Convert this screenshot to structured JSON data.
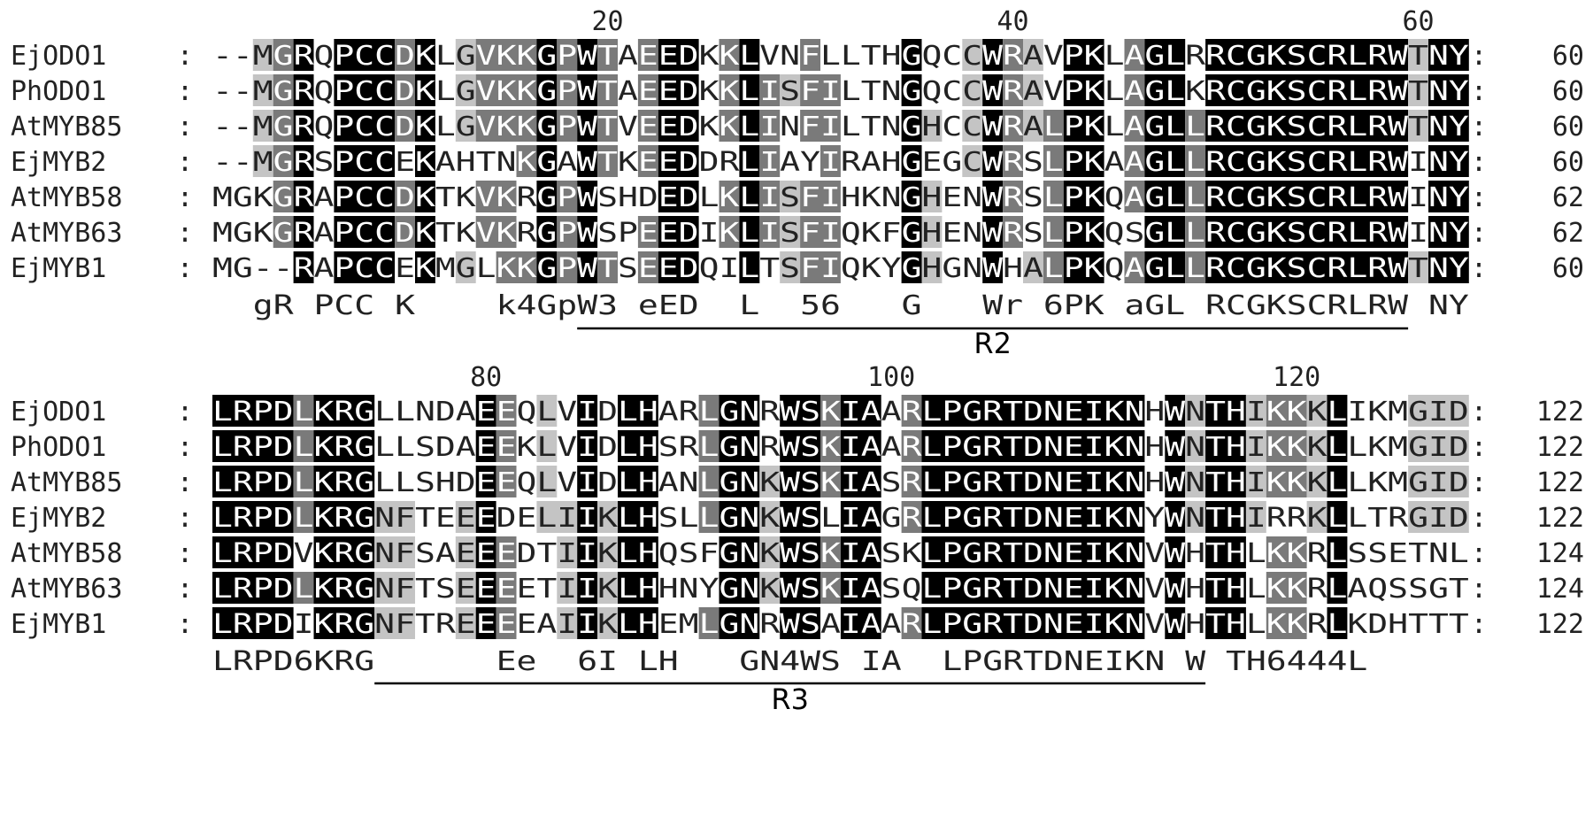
{
  "blocks": [
    {
      "ruler": [
        {
          "pos": 20,
          "label": "20"
        },
        {
          "pos": 40,
          "label": "40"
        },
        {
          "pos": 60,
          "label": "60"
        }
      ],
      "rows": [
        {
          "name": "EjODO1",
          "seq": "--MGRQPCCDKLGVKKGPWTAEEDKKLVNFLLTHGQCCWRAVPKLAGLRRCGKSCRLRWTNY",
          "end": "60"
        },
        {
          "name": "PhODO1",
          "seq": "--MGRQPCCDKLGVKKGPWTAEEDKKLISFILTNGQCCWRAVPKLAGLKRCGKSCRLRWTNY",
          "end": "60"
        },
        {
          "name": "AtMYB85",
          "seq": "--MGRQPCCDKLGVKKGPWTVEEDKKLINFILTNGHCCWRALPKLAGLLRCGKSCRLRWTNY",
          "end": "60"
        },
        {
          "name": "EjMYB2",
          "seq": "--MGRSPCCEKAHTNKGAWTKEEDDRLIAYIRAHGEGCWRSLPKAAGLLRCGKSCRLRWINY",
          "end": "60"
        },
        {
          "name": "AtMYB58",
          "seq": "MGKGRAPCCDKTKVKRGPWSHDEDLKLISFIHKNGHENWRSLPKQAGLLRCGKSCRLRWINY",
          "end": "62"
        },
        {
          "name": "AtMYB63",
          "seq": "MGKGRAPCCDKTKVKRGPWSPEEDIKLISFIQKFGHENWRSLPKQSGLLRCGKSCRLRWINY",
          "end": "62"
        },
        {
          "name": "EjMYB1",
          "seq": "MG--RAPCCEKMGLKKGPWTSEEDQILTSFIQKYGHGNWHALPKQAGLLRCGKSCRLRWTNY",
          "end": "60"
        }
      ],
      "consensus": "  gR PCC K    k4GpW3 eED  L  56   G   Wr 6PK aGL RCGKSCRLRW NY",
      "domain": {
        "label": "R2",
        "start": 18,
        "end": 58
      }
    },
    {
      "ruler": [
        {
          "pos": 14,
          "label": "80"
        },
        {
          "pos": 34,
          "label": "100"
        },
        {
          "pos": 54,
          "label": "120"
        }
      ],
      "rows": [
        {
          "name": "EjODO1",
          "seq": "LRPDLKRGLLNDAEEQLVIDLHARLGNRWSKIAARLPGRTDNEIKNHWNTHIKKKLIKMGID",
          "end": "122"
        },
        {
          "name": "PhODO1",
          "seq": "LRPDLKRGLLSDAEEKLVIDLHSRLGNRWSKIAARLPGRTDNEIKNHWNTHIKKKLLKMGID",
          "end": "122"
        },
        {
          "name": "AtMYB85",
          "seq": "LRPDLKRGLLSHDEEQLVIDLHANLGNKWSKIASRLPGRTDNEIKNHWNTHIKKKLLKMGID",
          "end": "122"
        },
        {
          "name": "EjMYB2",
          "seq": "LRPDLKRGNFTEEEDELIIKLHSLLGNKWSLIAGRLPGRTDNEIKNYWNTHIRRKLLTRGID",
          "end": "122"
        },
        {
          "name": "AtMYB58",
          "seq": "LRPDVKRGNFSAEEEDTIIKLHQSFGNKWSKIASKLPGRTDNEIKNVWHTHLKKRLSSETNL",
          "end": "124"
        },
        {
          "name": "AtMYB63",
          "seq": "LRPDLKRGNFTSEEEETIIKLHHNYGNKWSKIASQLPGRTDNEIKNVWHTHLKKRLAQSSGT",
          "end": "124"
        },
        {
          "name": "EjMYB1",
          "seq": "LRPDIKRGNFTREEEEAIIKLHEMLGNRWSAIAARLPGRTDNEIKNVWHTHLKKRLKDHTTT",
          "end": "122"
        }
      ],
      "consensus": "LRPD6KRG      Ee  6I LH   GN4WS IA  LPGRTDNEIKN W TH6444L",
      "domain": {
        "label": "R3",
        "start": 8,
        "end": 48
      }
    }
  ],
  "separator": ":",
  "colors": {
    "identical": "#000000",
    "high": "#7a7a7a",
    "low": "#c4c4c4",
    "text_dark": "#222222",
    "text_light": "#ffffff"
  }
}
